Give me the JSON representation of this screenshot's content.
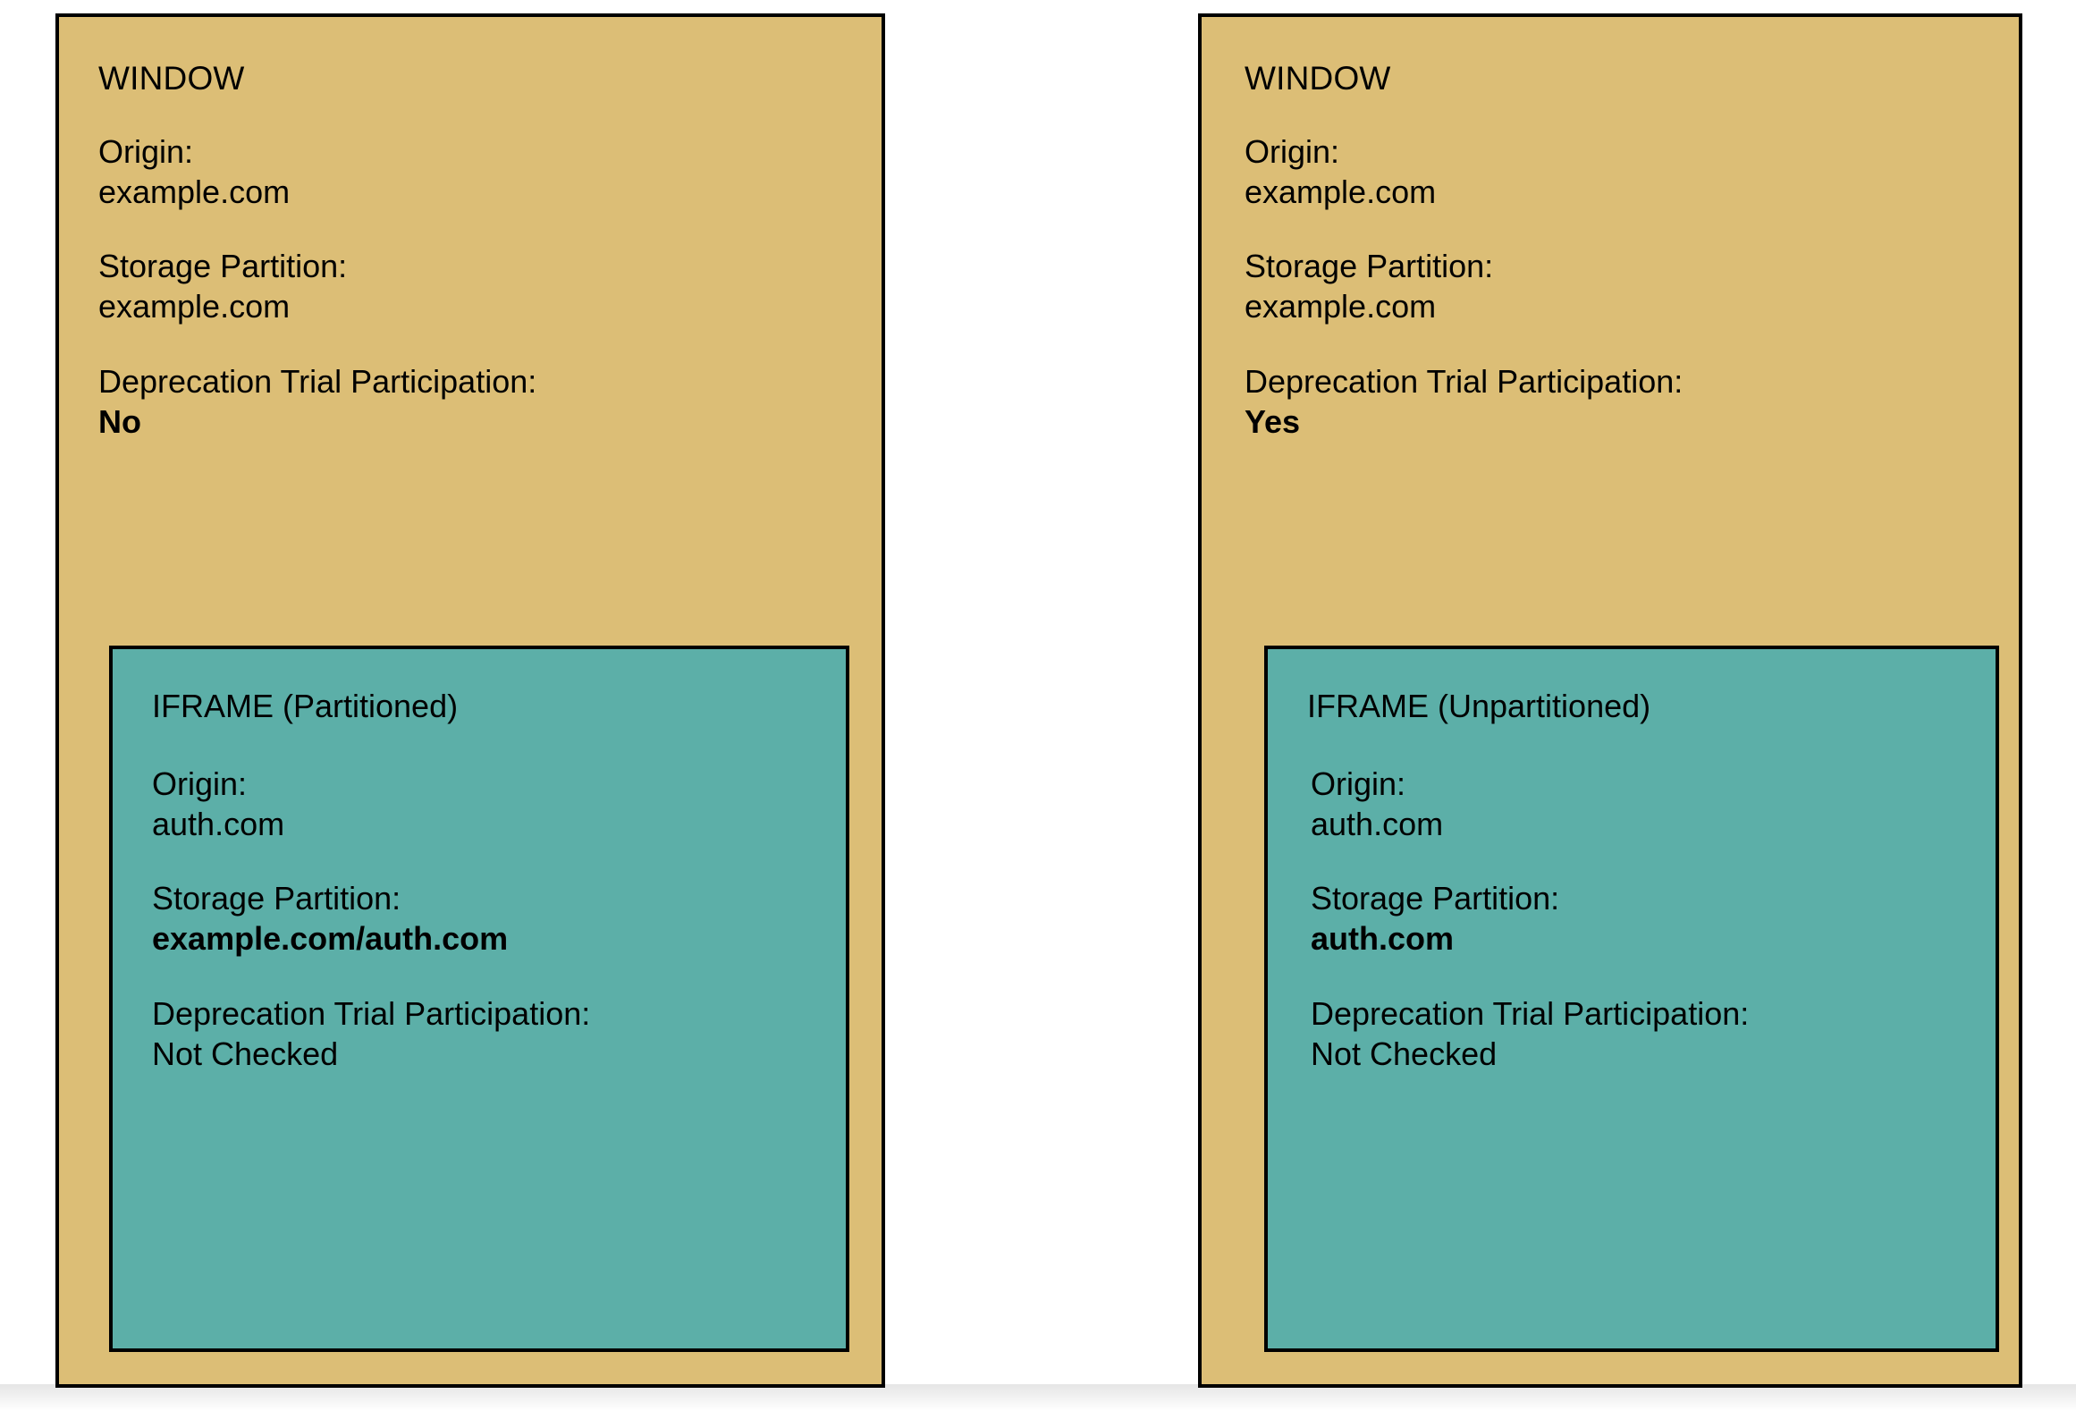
{
  "diagram": {
    "colors": {
      "window_fill": "#DCBE76",
      "iframe_fill": "#5CAFA8",
      "border": "#000000",
      "background": "#FFFFFF"
    },
    "panels": [
      {
        "id": "left",
        "window": {
          "title": "WINDOW",
          "fields": [
            {
              "label": "Origin:",
              "value": "example.com",
              "bold": false
            },
            {
              "label": "Storage Partition:",
              "value": "example.com",
              "bold": false
            },
            {
              "label": "Deprecation Trial Participation:",
              "value": "No",
              "bold": true
            }
          ]
        },
        "iframe": {
          "title": "IFRAME (Partitioned)",
          "fields": [
            {
              "label": "Origin:",
              "value": "auth.com",
              "bold": false
            },
            {
              "label": "Storage Partition:",
              "value": "example.com/auth.com",
              "bold": true
            },
            {
              "label": "Deprecation Trial Participation:",
              "value": "Not Checked",
              "bold": false
            }
          ]
        }
      },
      {
        "id": "right",
        "window": {
          "title": "WINDOW",
          "fields": [
            {
              "label": "Origin:",
              "value": "example.com",
              "bold": false
            },
            {
              "label": "Storage Partition:",
              "value": "example.com",
              "bold": false
            },
            {
              "label": "Deprecation Trial Participation:",
              "value": "Yes",
              "bold": true
            }
          ]
        },
        "iframe": {
          "title": "IFRAME (Unpartitioned)",
          "fields": [
            {
              "label": "Origin:",
              "value": "auth.com",
              "bold": false
            },
            {
              "label": "Storage Partition:",
              "value": "auth.com",
              "bold": true
            },
            {
              "label": "Deprecation Trial Participation:",
              "value": "Not Checked",
              "bold": false
            }
          ]
        }
      }
    ]
  }
}
